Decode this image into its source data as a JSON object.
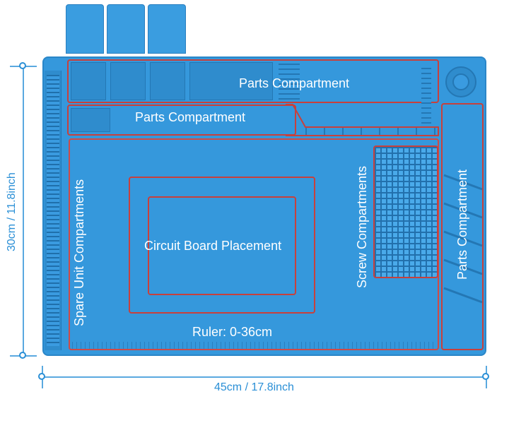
{
  "labels": {
    "parts_top": "Parts Compartment",
    "parts_mid": "Parts Compartment",
    "parts_right": "Parts Compartment",
    "spare_units": "Spare Unit Compartments",
    "circuit_board": "Circuit Board Placement",
    "screw": "Screw Compartments",
    "ruler": "Ruler: 0-36cm"
  },
  "dimensions": {
    "height": "30cm / 11.8inch",
    "width": "45cm / 17.8inch"
  },
  "colors": {
    "mat_blue": "#3598dc",
    "outline_red": "#c8403c",
    "dimension_blue": "#2a8fd6"
  }
}
